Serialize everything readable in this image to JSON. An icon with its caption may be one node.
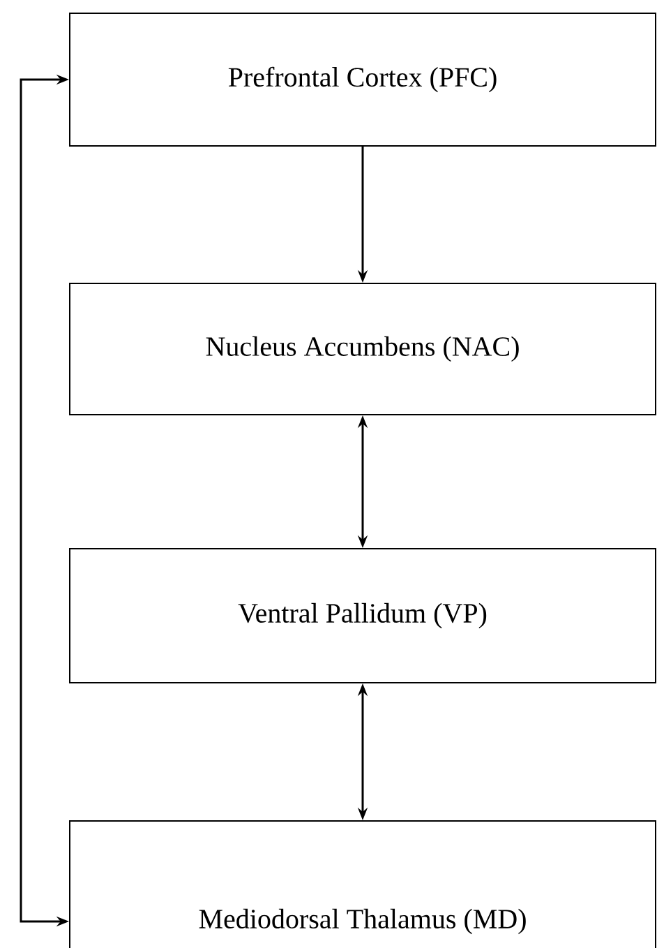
{
  "diagram": {
    "nodes": [
      {
        "text": [
          "Prefrontal Cortex (PFC)"
        ]
      },
      {
        "text": [
          "Nucleus Accumbens (NAC)"
        ]
      },
      {
        "text": [
          "Ventral Pallidum (VP)"
        ]
      },
      {
        "text": [
          "Mediodorsal Thalamus (MD)"
        ]
      }
    ],
    "edges": [
      {
        "from": 0,
        "to": 1,
        "arrow": "to"
      },
      {
        "from": 1,
        "to": 2,
        "arrow": "both"
      },
      {
        "from": 2,
        "to": 3,
        "arrow": "both"
      },
      {
        "from": 3,
        "to": 0,
        "arrow": "both"
      }
    ]
  }
}
